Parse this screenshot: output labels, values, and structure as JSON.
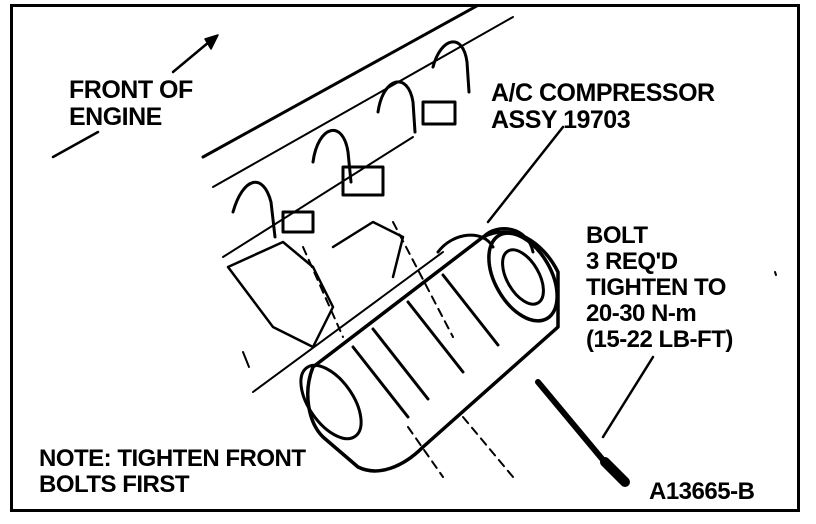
{
  "labels": {
    "front_of_engine": [
      "FRONT OF",
      "ENGINE"
    ],
    "compressor": [
      "A/C COMPRESSOR",
      "ASSY 19703"
    ],
    "bolt": [
      "BOLT",
      "3 REQ'D",
      "TIGHTEN TO",
      "20-30 N-m",
      "(15-22 LB-FT)"
    ],
    "note": [
      "NOTE: TIGHTEN FRONT",
      "BOLTS FIRST"
    ],
    "figure_code": "A13665-B"
  }
}
